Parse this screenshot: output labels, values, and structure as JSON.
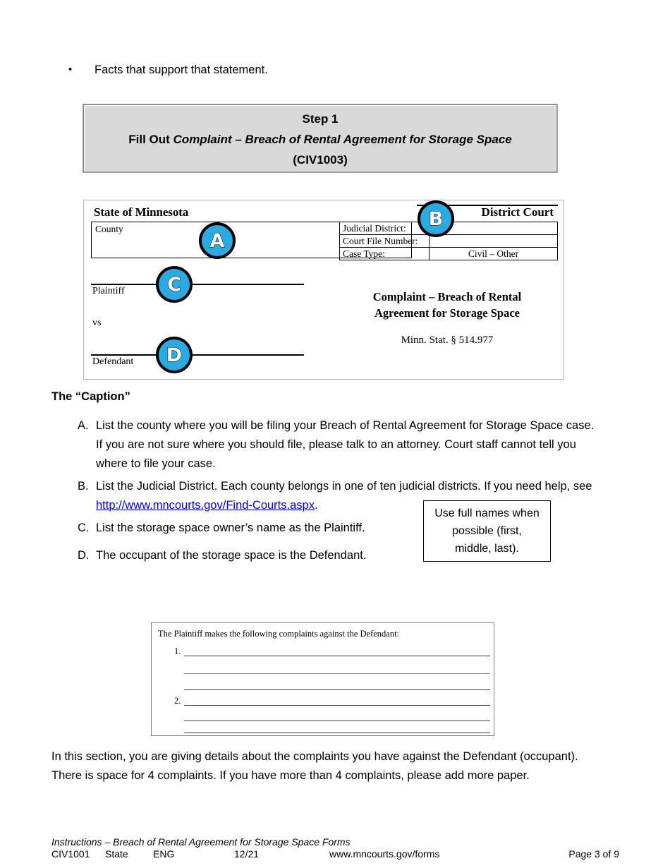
{
  "top_bullet": {
    "marker": "•",
    "text": "Facts that support that statement."
  },
  "step_box": {
    "line1": "Step 1",
    "line2_prefix": "Fill Out ",
    "line2_italic": "Complaint – Breach of Rental Agreement for Storage Space",
    "line3": "(CIV1003)",
    "background_color": "#D9D9D9"
  },
  "form_caption": {
    "state_heading": "State of Minnesota",
    "district_court_heading": "District Court",
    "county_label": "County",
    "table": [
      {
        "label": "Judicial District:",
        "value": ""
      },
      {
        "label": "Court File Number:",
        "value": ""
      },
      {
        "label": "Case Type:",
        "value": "Civil – Other"
      }
    ],
    "plaintiff_label": "Plaintiff",
    "vs_label": "vs",
    "defendant_label": "Defendant",
    "form_title_line1": "Complaint – Breach of Rental",
    "form_title_line2": "Agreement for Storage Space",
    "statute": "Minn. Stat. § 514.977",
    "markers": [
      {
        "letter": "A",
        "name": "marker-a"
      },
      {
        "letter": "B",
        "name": "marker-b"
      },
      {
        "letter": "C",
        "name": "marker-c"
      },
      {
        "letter": "D",
        "name": "marker-d"
      }
    ],
    "marker_color": "#29ABE2"
  },
  "caption_section": {
    "heading": "The “Caption”",
    "items": [
      {
        "marker": "A.",
        "text": "List the county where you will be filing your Breach of Rental Agreement for Storage Space case.  If you are not sure where you should file, please talk to an attorney.  Court staff cannot tell you where to file your case."
      },
      {
        "marker": "B.",
        "text_before_link": "List the Judicial District.  Each county belongs in one of ten judicial districts.  If you need help, see ",
        "link_text": "http://www.mncourts.gov/Find-Courts.aspx",
        "text_after_link": ".",
        "link_color": "#0000EE"
      },
      {
        "marker": "C.",
        "text": "List the storage space owner’s name as the Plaintiff."
      },
      {
        "marker": "D.",
        "text": "The occupant of the storage space is the Defendant."
      }
    ]
  },
  "callout": {
    "line1": "Use full names when",
    "line2": "possible (first,",
    "line3": "middle, last)."
  },
  "complaints_form": {
    "heading": "The Plaintiff makes the following complaints against the Defendant:",
    "items": [
      {
        "number": "1."
      },
      {
        "number": "2."
      }
    ]
  },
  "closing_paragraph": {
    "text": "In this section, you are giving details about the complaints you have against the Defendant (occupant).  There is space for 4 complaints.  If you have more than 4 complaints, please add more paper."
  },
  "footer": {
    "title": "Instructions – Breach of Rental Agreement for Storage Space Forms",
    "code": "CIV1001",
    "state": "State",
    "language": "ENG",
    "revision_date": "12/21",
    "url": "www.mncourts.gov/forms",
    "page": "Page 3 of 9"
  }
}
